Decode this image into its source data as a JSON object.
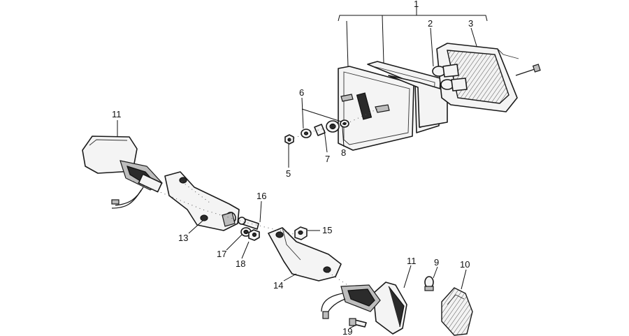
{
  "callouts": [
    {
      "id": "c1",
      "text": "1"
    },
    {
      "id": "c2",
      "text": "2"
    },
    {
      "id": "c3",
      "text": "3"
    },
    {
      "id": "c4",
      "text": "5"
    },
    {
      "id": "c5",
      "text": "6"
    },
    {
      "id": "c6",
      "text": "7"
    },
    {
      "id": "c7",
      "text": "8"
    },
    {
      "id": "c8",
      "text": "11"
    },
    {
      "id": "c9",
      "text": "16"
    },
    {
      "id": "c10",
      "text": "15"
    },
    {
      "id": "c11",
      "text": "13"
    },
    {
      "id": "c12",
      "text": "17"
    },
    {
      "id": "c13",
      "text": "18"
    },
    {
      "id": "c14",
      "text": "14"
    },
    {
      "id": "c15",
      "text": "11"
    },
    {
      "id": "c16",
      "text": "9"
    },
    {
      "id": "c17",
      "text": "10"
    },
    {
      "id": "c18",
      "text": "19"
    }
  ]
}
